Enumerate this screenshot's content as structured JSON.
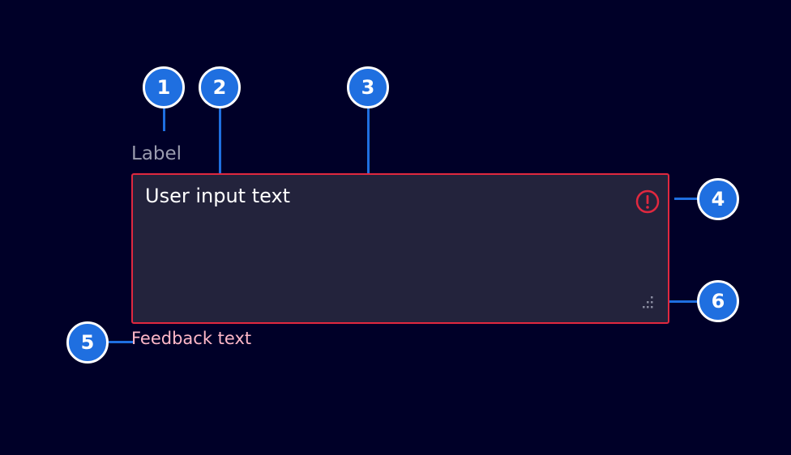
{
  "field": {
    "label": "Label",
    "value": "User input text",
    "feedback": "Feedback text"
  },
  "callouts": [
    "1",
    "2",
    "3",
    "4",
    "5",
    "6"
  ],
  "colors": {
    "background": "#000028",
    "field_background": "#23233c",
    "error_border": "#e0283f",
    "callout": "#1f6fe0",
    "label_text": "#9a9cae",
    "feedback_text": "#ffb8c8"
  },
  "icons": {
    "status": "exclamation-circle-icon",
    "resize": "resize-grip-icon"
  }
}
